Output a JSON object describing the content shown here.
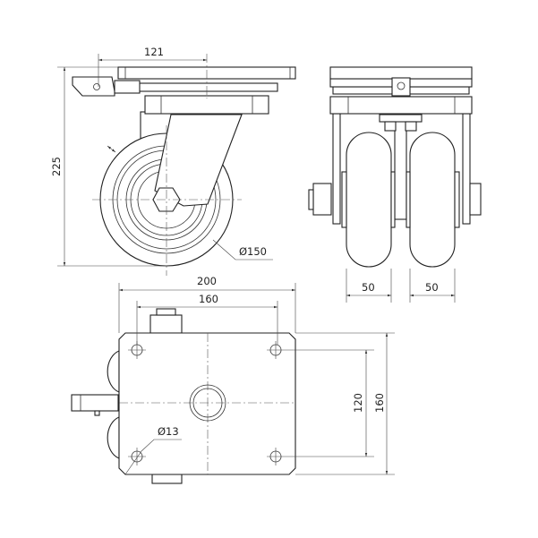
{
  "drawing": {
    "title": "Twin wheel swivel caster technical drawing",
    "front_view": {
      "offset": "121",
      "height": "225",
      "wheel_diameter": "Ø150"
    },
    "side_view": {
      "wheel_width_left": "50",
      "wheel_width_right": "50"
    },
    "plan_view": {
      "plate_length": "200",
      "hole_spacing_length": "160",
      "hole_spacing_width": "120",
      "plate_width": "160",
      "hole_diameter": "Ø13"
    }
  }
}
